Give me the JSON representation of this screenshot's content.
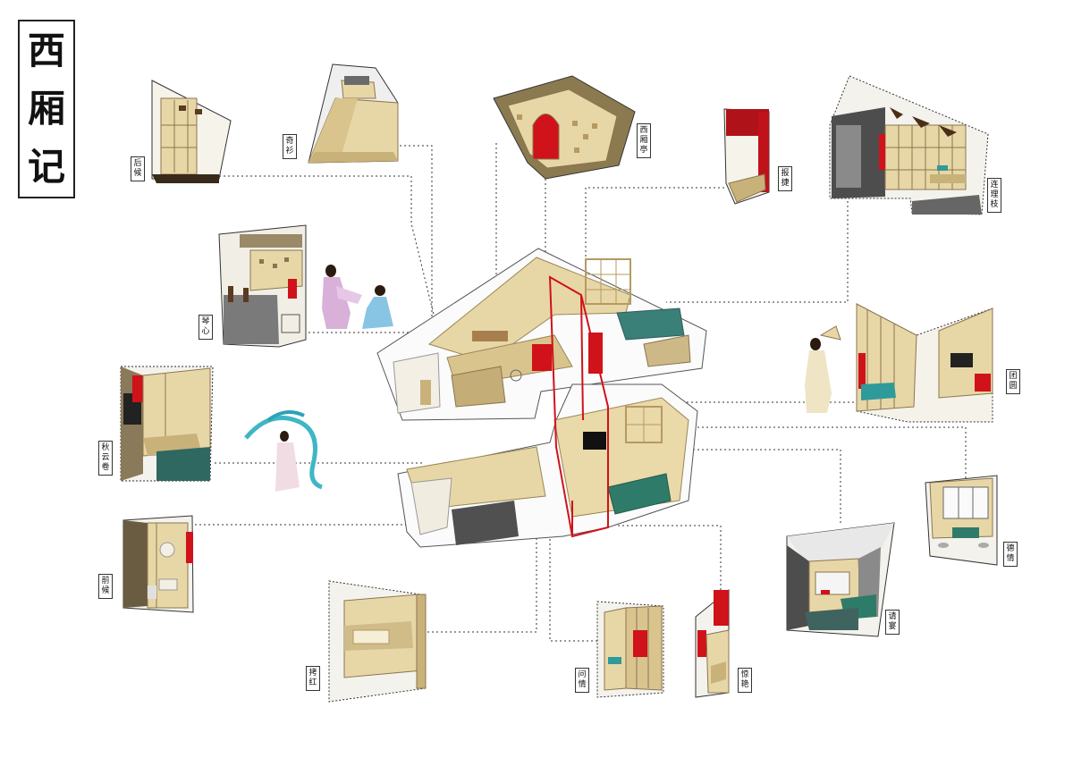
{
  "title": [
    "西",
    "厢",
    "记"
  ],
  "labels": {
    "houhou": "后候",
    "qiyan": "奇衫",
    "xixiangting": "西厢亭",
    "baojie": "报捷",
    "lianlizhi": "连理枝",
    "qinxin": "琴心",
    "tuanyuan": "团圆",
    "qiuyunjuan": "秋云卷",
    "deqing": "德情",
    "qianhou": "前候",
    "qingyan": "请宴",
    "kaohong": "拷红",
    "wenqing": "问情",
    "jingyan": "惊艳"
  },
  "colors": {
    "wood": "#e8d7a6",
    "wood_dark": "#c9b27a",
    "red": "#d0121a",
    "teal": "#2f7b6a",
    "floor_gray": "#6f6f6f",
    "wall_tan": "#b9a77c"
  }
}
